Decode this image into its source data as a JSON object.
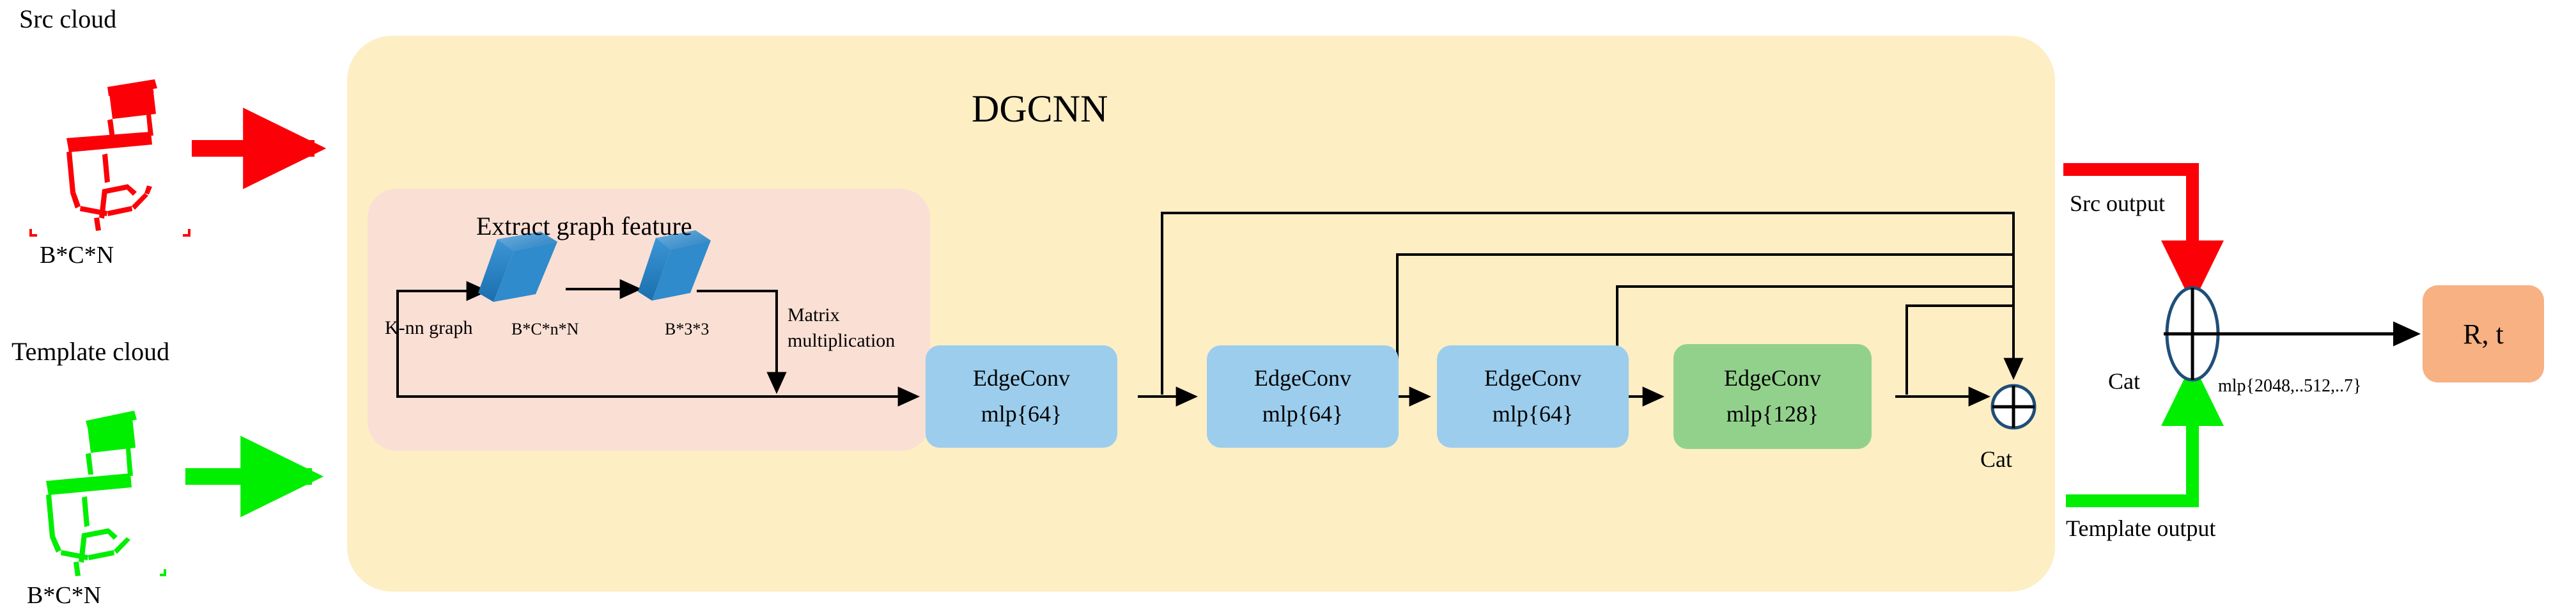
{
  "figure": {
    "title": "DGCNN point cloud registration architecture"
  },
  "inputs": [
    {
      "id": "src",
      "title": "Src cloud",
      "dim": "B*C*N",
      "cloud": "chair-point-cloud-icon",
      "color": "#fb0007",
      "arrow": "red-arrow-right"
    },
    {
      "id": "template",
      "title": "Template cloud",
      "dim": "B*C*N",
      "cloud": "chair-point-cloud-icon",
      "color": "#00ee00",
      "arrow": "green-arrow-right"
    }
  ],
  "backbone": {
    "title": "DGCNN",
    "fill": "#fdeec4"
  },
  "extract": {
    "title": "Extract graph feature",
    "fill": "#fadfd4",
    "knn_label": "K-nn graph",
    "slab1_label": "B*C*n*N",
    "slab2_label": "B*3*3",
    "matmul_label_line1": "Matrix",
    "matmul_label_line2": "multiplication"
  },
  "edgeconvs": [
    {
      "name": "EdgeConv",
      "mlp": "mlp{64}",
      "fill": "#9ccdec"
    },
    {
      "name": "EdgeConv",
      "mlp": "mlp{64}",
      "fill": "#9ccdec"
    },
    {
      "name": "EdgeConv",
      "mlp": "mlp{64}",
      "fill": "#9ccdec"
    },
    {
      "name": "EdgeConv",
      "mlp": "mlp{128}",
      "fill": "#92d18c"
    }
  ],
  "concat_inner": {
    "label": "Cat",
    "symbol": "circled-plus"
  },
  "outputs": {
    "src_label": "Src output",
    "template_label": "Template output"
  },
  "concat_outer": {
    "label": "Cat",
    "symbol": "circled-plus",
    "mlp": "mlp{2048,..512,..7}"
  },
  "result": {
    "label": "R,   t",
    "fill": "#f7b183"
  },
  "colors": {
    "red": "#fb0007",
    "green": "#00ee00",
    "cream": "#fdeec4",
    "pink": "#fadfd4",
    "blue": "#9ccdec",
    "green_block": "#92d18c",
    "orange": "#f7b183",
    "line": "#000000",
    "circle_stroke": "#1f4e79"
  }
}
